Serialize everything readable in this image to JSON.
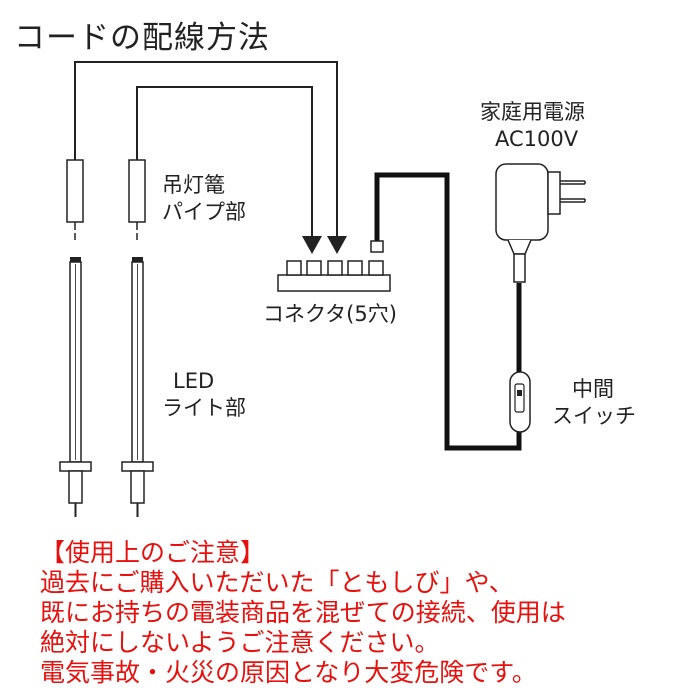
{
  "title": "コードの配線方法",
  "labels": {
    "pipe": [
      "吊灯篭",
      "パイプ部"
    ],
    "led": [
      "LED",
      "ライト部"
    ],
    "connector": "コネクタ(5穴)",
    "power": [
      "家庭用電源",
      "AC100V"
    ],
    "switch": [
      "中間",
      "スイッチ"
    ]
  },
  "notice": {
    "heading": "【使用上のご注意】",
    "lines": [
      "過去にご購入いただいた「ともしび」や、",
      "既にお持ちの電装商品を混ぜての接続、使用は",
      "絶対にしないようご注意ください。",
      "電気事故・火災の原因となり大変危険です。"
    ]
  },
  "colors": {
    "line": "#222222",
    "notice_text": "#e8100c"
  }
}
